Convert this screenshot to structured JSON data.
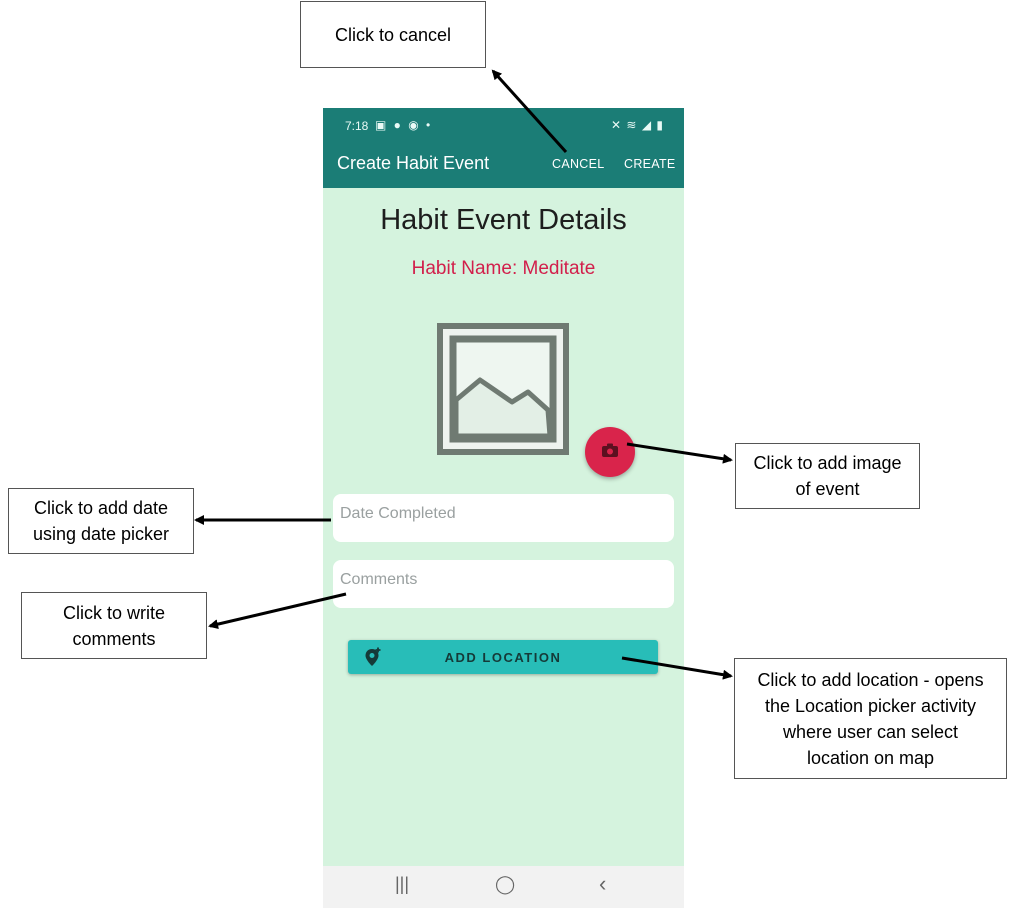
{
  "annotations": {
    "cancel": "Click to cancel",
    "image": "Click to add image\nof event",
    "date": "Click to add date\nusing date picker",
    "comments": "Click to write\ncomments",
    "location": "Click to add location - opens\nthe Location picker activity\nwhere user can select\nlocation on map"
  },
  "status_bar": {
    "time": "7:18",
    "left_icons": "▣ ● ◉ •",
    "right_icons": "✕ ≋ ◢ ▮"
  },
  "app_bar": {
    "title": "Create Habit Event",
    "cancel_label": "CANCEL",
    "create_label": "CREATE"
  },
  "content": {
    "heading": "Habit Event Details",
    "habit_name": "Habit Name: Meditate",
    "date_placeholder": "Date Completed",
    "comments_placeholder": "Comments",
    "add_location_label": "ADD LOCATION"
  },
  "icons": {
    "image_placeholder": "image-icon",
    "camera": "camera-icon",
    "location": "add-location-icon"
  },
  "nav_bar": {
    "recents": "|||",
    "home": "◯",
    "back": "‹"
  },
  "colors": {
    "app_bar": "#1b7d76",
    "background": "#d5f3de",
    "accent": "#d9244b",
    "location_button": "#28bdb8"
  }
}
